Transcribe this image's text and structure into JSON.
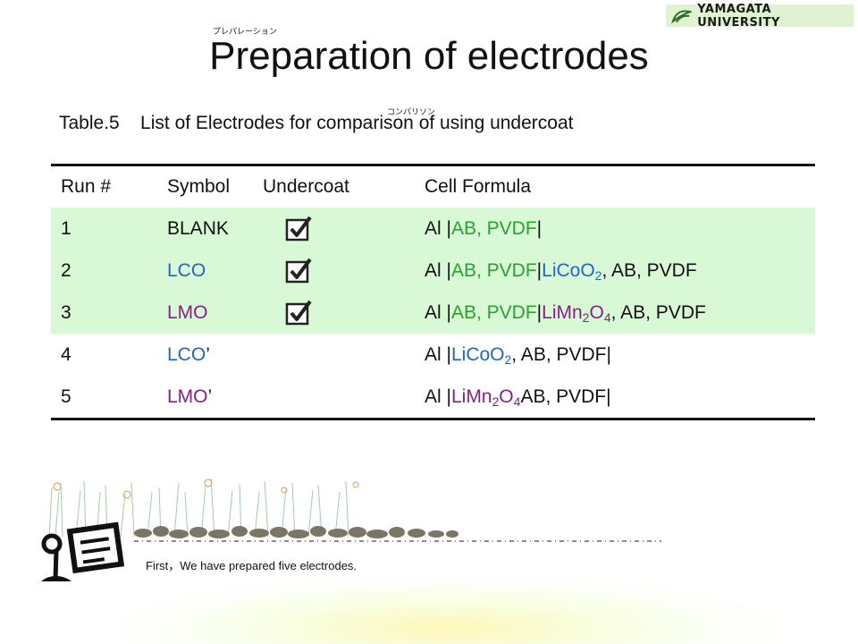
{
  "logo": {
    "text": "YAMAGATA UNIVERSITY"
  },
  "title": {
    "ruby": "プレパレーション",
    "text": "Preparation of electrodes"
  },
  "caption": {
    "ruby": "コンパリソン",
    "text": "Table.5    List of Electrodes for comparison of using undercoat"
  },
  "table": {
    "headers": {
      "run": "Run #",
      "symbol": "Symbol",
      "undercoat": "Undercoat",
      "cell": "Cell Formula"
    },
    "rows": [
      {
        "run": "1",
        "symbol": "BLANK",
        "undercoat": true,
        "cell": {
          "a": "Al | ",
          "b": "AB, PVDF",
          "c": "|"
        }
      },
      {
        "run": "2",
        "symbol": "LCO",
        "undercoat": true,
        "cell": {
          "a": "Al | ",
          "b": "AB, PVDF",
          "c": "| ",
          "d": "LiCoO",
          "d_sub": "2",
          "e": ", AB, PVDF"
        }
      },
      {
        "run": "3",
        "symbol": "LMO",
        "undercoat": true,
        "cell": {
          "a": "Al | ",
          "b": "AB, PVDF",
          "c": "| ",
          "d1": "LiMn",
          "d1_sub": "2",
          "d2": "O",
          "d2_sub": "4",
          "e": ", AB, PVDF"
        }
      },
      {
        "run": "4",
        "symbol": "LCO",
        "symbol_suffix": "’",
        "undercoat": false,
        "cell": {
          "a": "Al | ",
          "d": "LiCoO",
          "d_sub": "2",
          "e": ", AB, PVDF|"
        }
      },
      {
        "run": "5",
        "symbol": "LMO",
        "symbol_suffix": "’",
        "undercoat": false,
        "cell": {
          "a": "Al |",
          "d1": "LiMn",
          "d1_sub": "2",
          "d2": "O",
          "d2_sub": "4",
          "e": " AB, PVDF|"
        }
      }
    ]
  },
  "footer": {
    "text": "First，We have prepared five electrodes."
  },
  "colors": {
    "blue": "#1f63d8",
    "purple": "#8a1d8c",
    "green": "#27a32e",
    "row_highlight": "#d9f8d6"
  }
}
